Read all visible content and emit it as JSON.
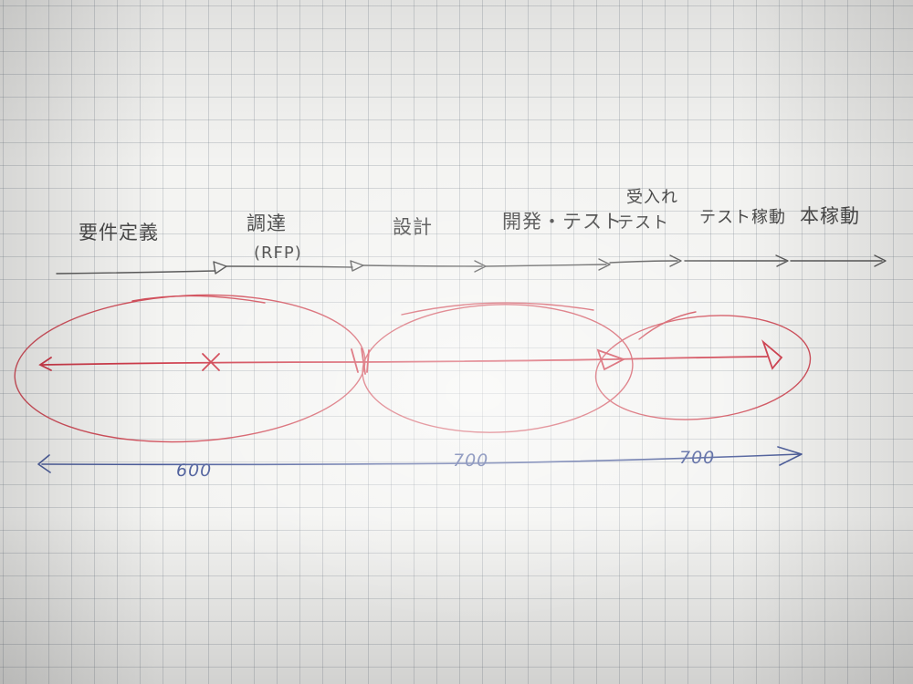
{
  "diagram": {
    "phases": [
      {
        "label": "要件定義"
      },
      {
        "label": "調達",
        "sublabel": "(RFP)"
      },
      {
        "label": "設計"
      },
      {
        "label": "開発・テスト"
      },
      {
        "label": "受入れ",
        "sublabel": "テスト"
      },
      {
        "label": "テスト稼動"
      },
      {
        "label": "本稼動"
      }
    ],
    "durations": [
      "600",
      "700",
      "700"
    ],
    "colors": {
      "pencil": "#5a5a5a",
      "red": "#d2515d",
      "blue": "#4e5f9c",
      "paper": "#f4f4f2"
    }
  }
}
